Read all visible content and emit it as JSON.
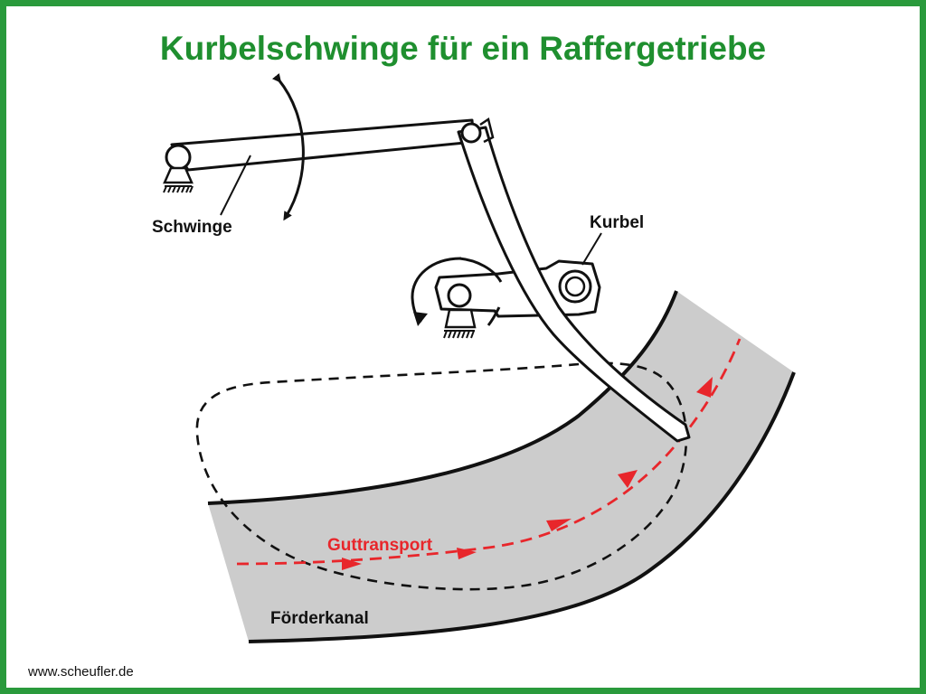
{
  "title": "Kurbelschwinge für ein Raffergetriebe",
  "labels": {
    "schwinge": "Schwinge",
    "kurbel": "Kurbel",
    "guttransport": "Guttransport",
    "foerderkanal": "Förderkanal"
  },
  "footer": "www.scheufler.de",
  "colors": {
    "border": "#2a9a3c",
    "title": "#1f8f2f",
    "channel": "#cccccc",
    "flow": "#e8262b"
  }
}
